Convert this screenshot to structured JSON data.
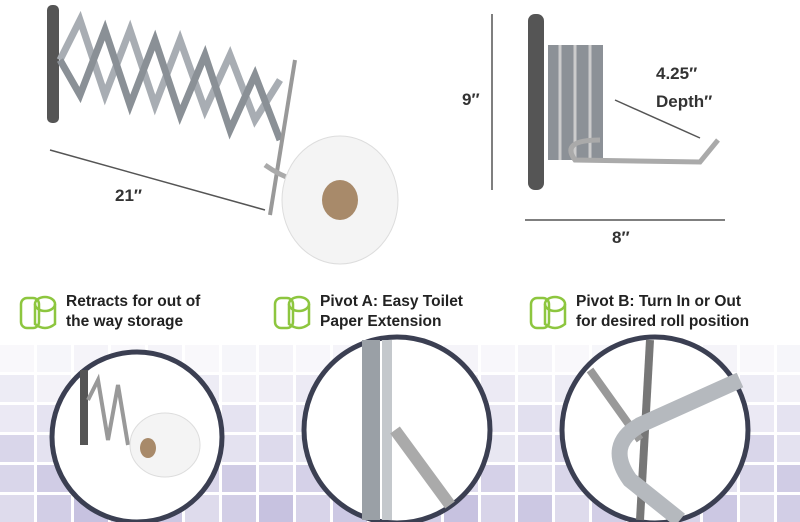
{
  "dimensions": {
    "width_extended": "21″",
    "height": "9″",
    "depth": "4.25″",
    "depth_label": "Depth″",
    "width_retracted": "8″"
  },
  "features": [
    {
      "icon": "toilet-paper-roll-icon",
      "line1": "Retracts for out of",
      "line2": "the way storage"
    },
    {
      "icon": "toilet-paper-roll-icon",
      "line1": "Pivot A: Easy Toilet",
      "line2": "Paper Extension"
    },
    {
      "icon": "toilet-paper-roll-icon",
      "line1": "Pivot B: Turn In or Out",
      "line2": "for desired roll position"
    }
  ],
  "colors": {
    "icon_green": "#8dc63f",
    "tile_lavender": "#b9b3d8",
    "circle_border": "#3b3f52",
    "chrome": "#a8adb3"
  }
}
